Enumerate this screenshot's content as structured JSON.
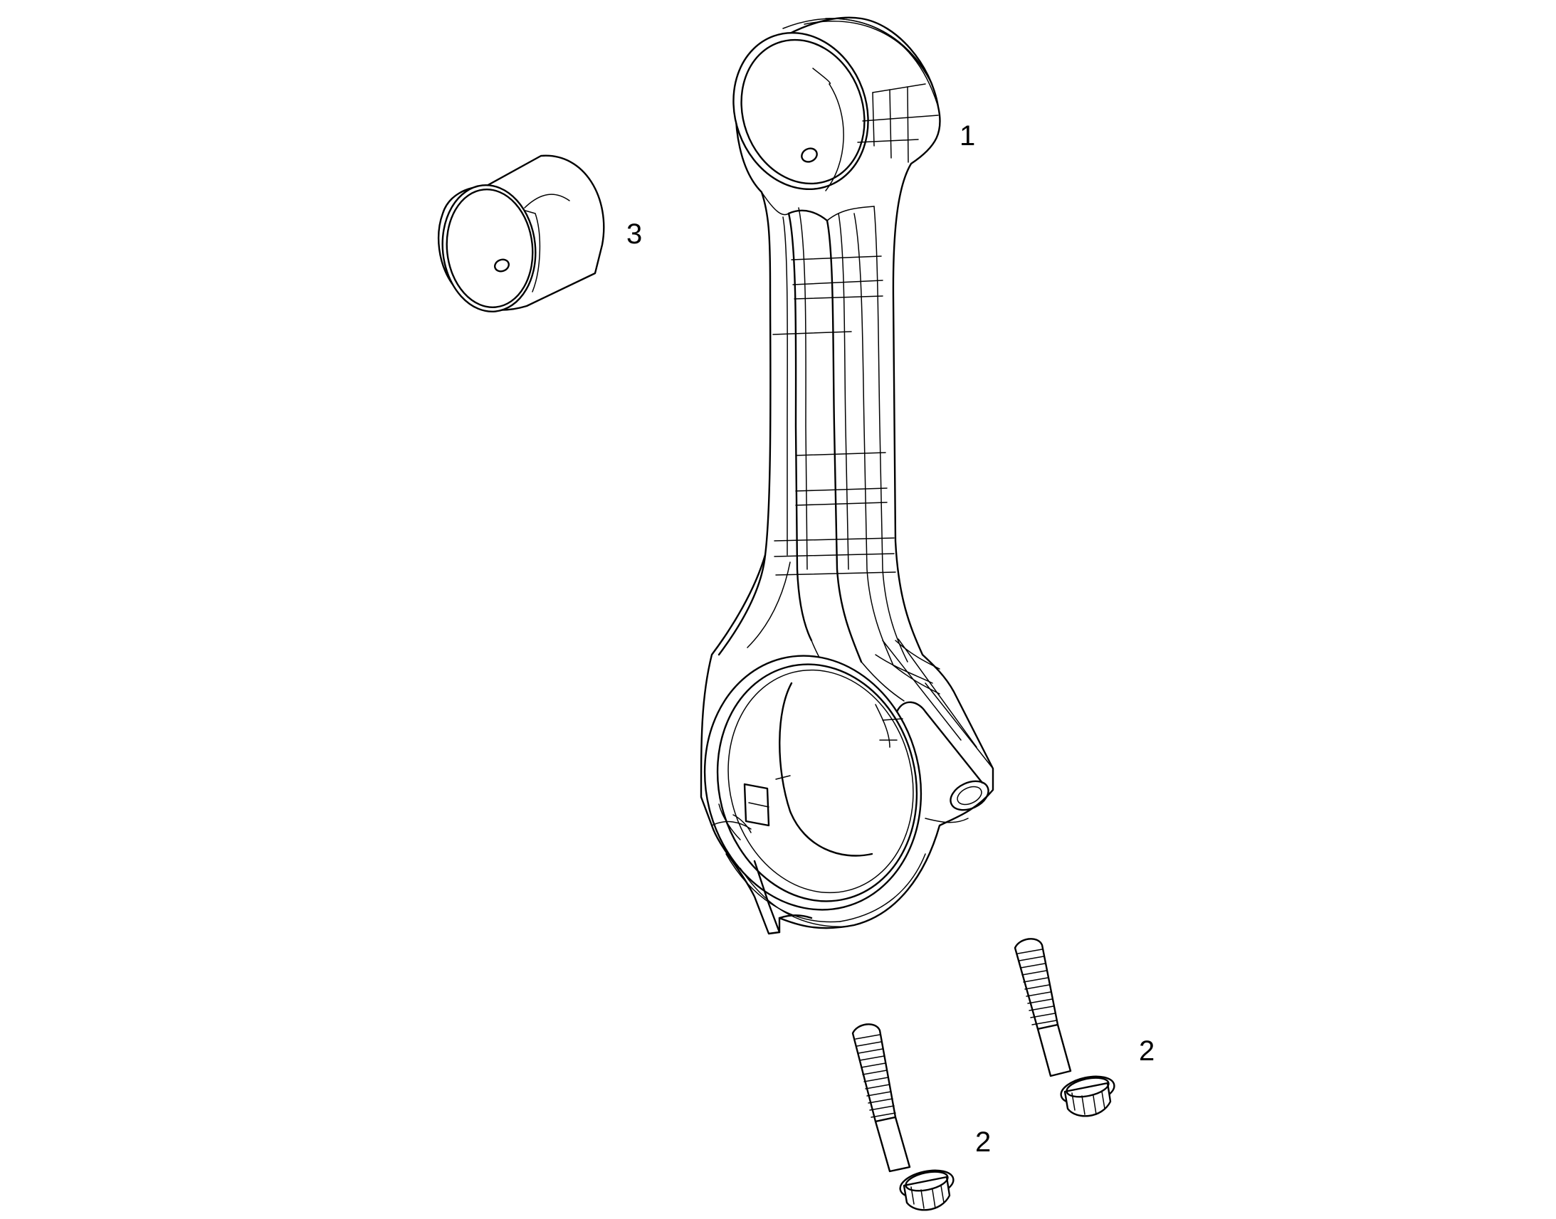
{
  "callouts": [
    {
      "id": "connecting-rod",
      "label": "1"
    },
    {
      "id": "bolt-lower",
      "label": "2"
    },
    {
      "id": "bolt-upper",
      "label": "2"
    },
    {
      "id": "bushing",
      "label": "3"
    }
  ],
  "colors": {
    "line": "#000000",
    "background": "#ffffff"
  }
}
